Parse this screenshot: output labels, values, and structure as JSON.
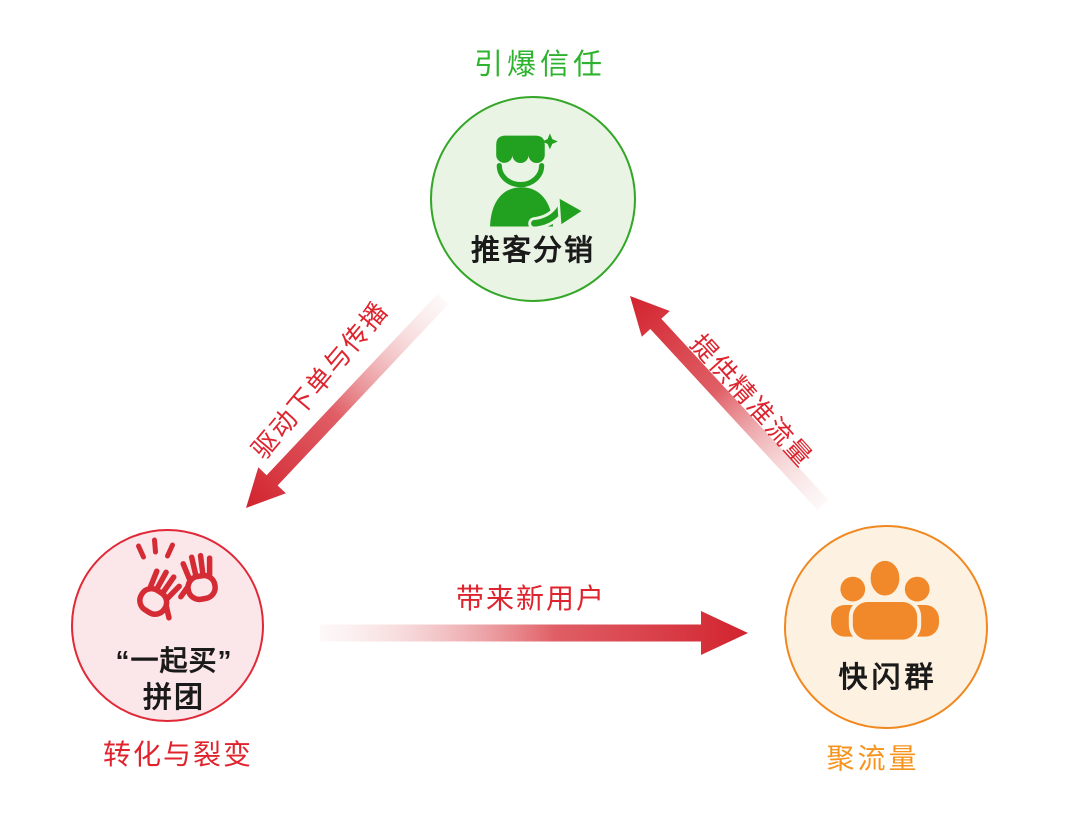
{
  "diagram_title": "",
  "nodes": {
    "top": {
      "label": "推客分销",
      "tag": "引爆信任",
      "icon": "distributor-icon",
      "accent": "#35a728",
      "fill": "#eaf4e5",
      "tag_color": "#2db32d"
    },
    "left": {
      "label_line1": "“一起买”",
      "label_line2": "拼团",
      "tag": "转化与裂变",
      "icon": "high-five-hands-icon",
      "accent": "#e02837",
      "fill": "#fbe6e9",
      "tag_color": "#e0242e"
    },
    "right": {
      "label": "快闪群",
      "tag": "聚流量",
      "icon": "group-people-icon",
      "accent": "#f0871f",
      "fill": "#fdf2e2",
      "tag_color": "#f6941f"
    }
  },
  "edges": [
    {
      "from": "top",
      "to": "left",
      "label": "驱动下单与传播",
      "color": "#d2232e"
    },
    {
      "from": "left",
      "to": "right",
      "label": "带来新用户",
      "color": "#d2232e"
    },
    {
      "from": "right",
      "to": "top",
      "label": "提供精准流量",
      "color": "#d2232e"
    }
  ],
  "colors": {
    "background": "#ffffff",
    "node_text": "#1a1a1a",
    "arrow_red": "#d2232e",
    "icon_green": "#22a01f",
    "icon_red": "#d42b35",
    "icon_orange": "#f1882a"
  }
}
